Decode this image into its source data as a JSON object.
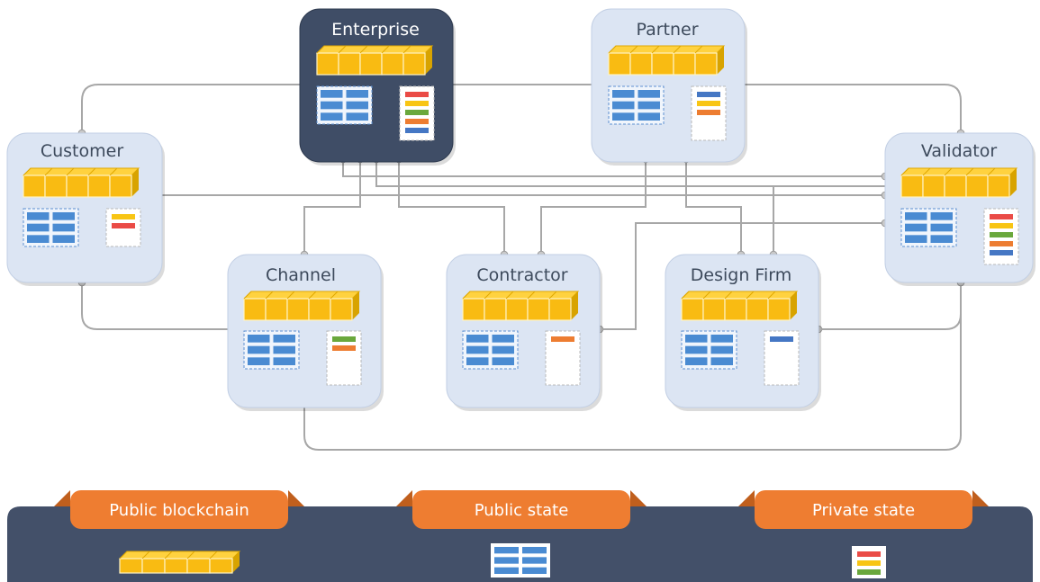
{
  "nodes": [
    {
      "id": "enterprise",
      "label": "Enterprise",
      "theme": "dark",
      "private_state": [
        "red",
        "yellow",
        "green",
        "orange",
        "blue"
      ]
    },
    {
      "id": "partner",
      "label": "Partner",
      "theme": "light",
      "private_state": [
        "blue",
        "yellow",
        "orange"
      ]
    },
    {
      "id": "customer",
      "label": "Customer",
      "theme": "light",
      "private_state": [
        "yellow",
        "red"
      ]
    },
    {
      "id": "validator",
      "label": "Validator",
      "theme": "light",
      "private_state": [
        "red",
        "yellow",
        "green",
        "orange",
        "blue"
      ]
    },
    {
      "id": "channel",
      "label": "Channel",
      "theme": "light",
      "private_state": [
        "green",
        "orange"
      ]
    },
    {
      "id": "contractor",
      "label": "Contractor",
      "theme": "light",
      "private_state": [
        "orange"
      ]
    },
    {
      "id": "design-firm",
      "label": "Design Firm",
      "theme": "light",
      "private_state": [
        "blue"
      ]
    }
  ],
  "legend": [
    {
      "id": "public-blockchain",
      "label": "Public blockchain",
      "icon": "blockchain"
    },
    {
      "id": "public-state",
      "label": "Public state",
      "icon": "state-grid"
    },
    {
      "id": "private-state",
      "label": "Private state",
      "icon": "private-bars"
    }
  ],
  "colors": {
    "node_light": "#dce5f3",
    "node_dark": "#3f4d66",
    "block_top": "#ffd23f",
    "block_front": "#f9bb12",
    "block_side": "#d8a300",
    "grid_blue": "#4a8bd2",
    "line": "#a7a7a7",
    "dot": "#b3b3b3",
    "tab": "#ee7d31",
    "legend_bar": "#435069",
    "bar_colors": {
      "red": "#ea4b46",
      "yellow": "#f8c514",
      "green": "#6aa83c",
      "orange": "#ed7d31",
      "blue": "#4577c4"
    }
  }
}
